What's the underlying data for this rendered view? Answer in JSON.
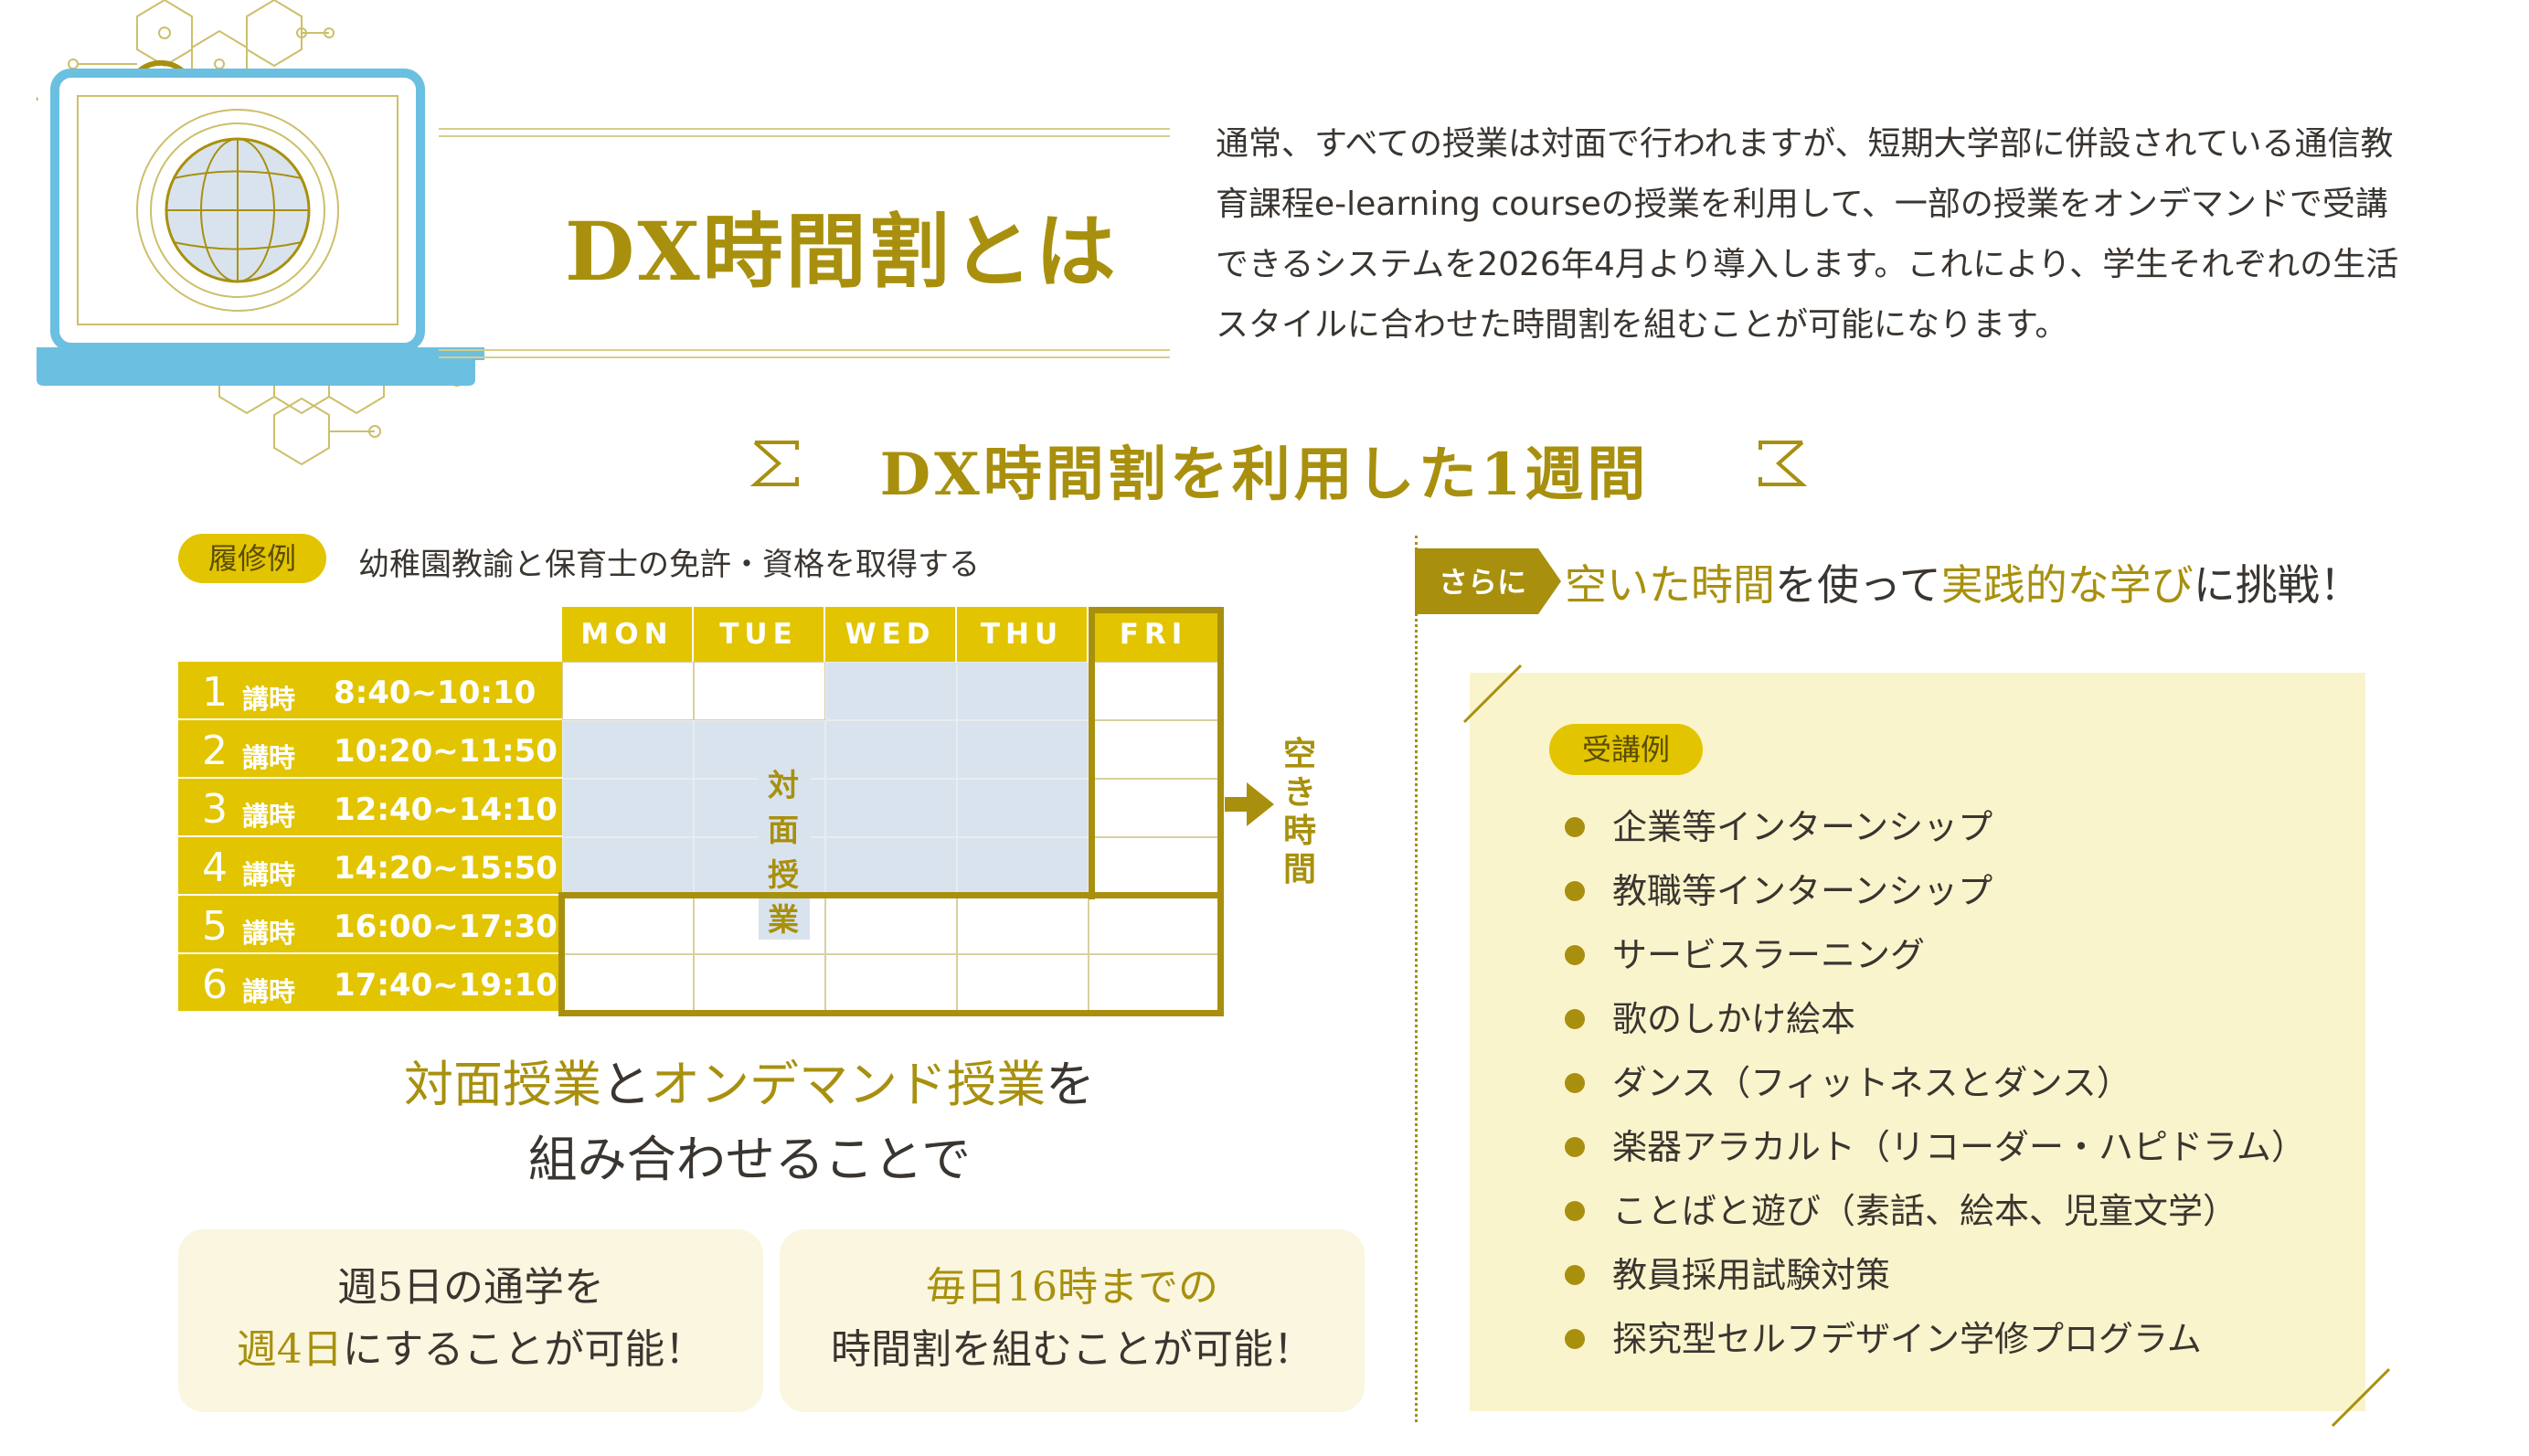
{
  "title": "DX時間割とは",
  "intro": "通常、すべての授業は対面で行われますが、短期大学部に併設されている通信教育課程e-learning courseの授業を利用して、一部の授業をオンデマンドで受講できるシステムを2026年4月より導入します。これにより、学生それぞれの生活スタイルに合わせた時間割を組むことが可能になります。",
  "week_heading": "DX時間割を利用した1週間",
  "example": {
    "label": "履修例",
    "description": "幼稚園教諭と保育士の免許・資格を取得する"
  },
  "timetable": {
    "days": [
      "MON",
      "TUE",
      "WED",
      "THU",
      "FRI"
    ],
    "koji_label": "講時",
    "periods": [
      {
        "num": "1",
        "time": "8:40~10:10"
      },
      {
        "num": "2",
        "time": "10:20~11:50"
      },
      {
        "num": "3",
        "time": "12:40~14:10"
      },
      {
        "num": "4",
        "time": "14:20~15:50"
      },
      {
        "num": "5",
        "time": "16:00~17:30"
      },
      {
        "num": "6",
        "time": "17:40~19:10"
      }
    ],
    "face_to_face_label": "対面授業",
    "free_time_label": "空き時間"
  },
  "combine": {
    "line1_a": "対面授業",
    "line1_b": "と",
    "line1_c": "オンデマンド授業",
    "line1_d": "を",
    "line2": "組み合わせることで"
  },
  "cards": [
    {
      "line1": "週5日の通学を",
      "line2_a": "週4日",
      "line2_b": "にすることが可能！"
    },
    {
      "line1": "毎日16時までの",
      "line2": "時間割を組むことが可能！"
    }
  ],
  "more": {
    "tag": "さらに",
    "c1": "空いた時間",
    "c2": "を使って",
    "c3": "実践的な学び",
    "c4": "に挑戦！"
  },
  "courses": {
    "label": "受講例",
    "items": [
      "企業等インターンシップ",
      "教職等インターンシップ",
      "サービスラーニング",
      "歌のしかけ絵本",
      "ダンス（フィットネスとダンス）",
      "楽器アラカルト（リコーダー・ハピドラム）",
      "ことばと遊び（素話、絵本、児童文学）",
      "教員採用試験対策",
      "探究型セルフデザイン学修プログラム"
    ]
  },
  "colors": {
    "accent": "#a8900e",
    "yellow": "#e2c400",
    "blue_cell": "#d9e3ee",
    "cream": "#faf4cc"
  }
}
